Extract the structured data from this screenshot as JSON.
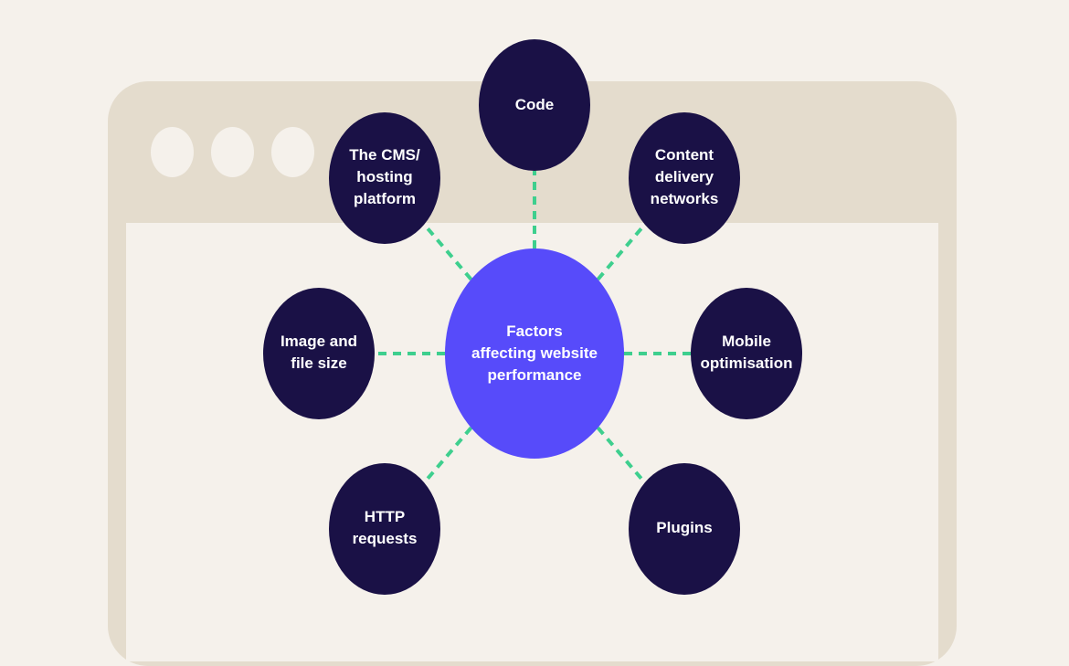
{
  "colors": {
    "background": "#f5f1eb",
    "frame": "#e4dccd",
    "node": "#1a1146",
    "center_node": "#574bfa",
    "connector": "#3ecf8e",
    "text": "#ffffff"
  },
  "window_controls": [
    "dot",
    "dot",
    "dot"
  ],
  "center": {
    "label": "Factors\naffecting website\nperformance"
  },
  "nodes": [
    {
      "id": "code",
      "label": "Code"
    },
    {
      "id": "cms",
      "label": "The CMS/\nhosting\nplatform"
    },
    {
      "id": "cdn",
      "label": "Content\ndelivery\nnetworks"
    },
    {
      "id": "image",
      "label": "Image and\nfile size"
    },
    {
      "id": "mobile",
      "label": "Mobile\noptimisation"
    },
    {
      "id": "http",
      "label": "HTTP\nrequests"
    },
    {
      "id": "plugins",
      "label": "Plugins"
    }
  ]
}
